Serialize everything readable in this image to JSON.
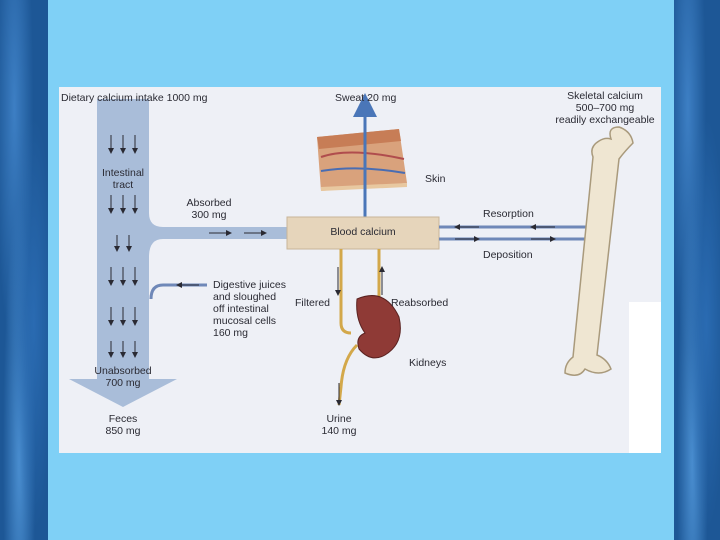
{
  "diagram": {
    "dietary_intake": "Dietary calcium intake 1000 mg",
    "sweat": "Sweat 20 mg",
    "skeletal_line1": "Skeletal calcium",
    "skeletal_line2": "500–700 mg",
    "skeletal_line3": "readily exchangeable",
    "intestinal_line1": "Intestinal",
    "intestinal_line2": "tract",
    "skin": "Skin",
    "absorbed_line1": "Absorbed",
    "absorbed_line2": "300 mg",
    "blood_calcium": "Blood calcium",
    "resorption": "Resorption",
    "deposition": "Deposition",
    "digestive_line1": "Digestive juices",
    "digestive_line2": "and sloughed",
    "digestive_line3": "off intestinal",
    "digestive_line4": "mucosal cells",
    "digestive_line5": "160 mg",
    "filtered": "Filtered",
    "reabsorbed": "Reabsorbed",
    "kidneys": "Kidneys",
    "unabsorbed_line1": "Unabsorbed",
    "unabsorbed_line2": "700 mg",
    "feces_line1": "Feces",
    "feces_line2": "850 mg",
    "urine_line1": "Urine",
    "urine_line2": "140 mg"
  },
  "colors": {
    "intestinal_tract": "#a9bdd9",
    "blood_box": "#e6d5bb",
    "bone": "#efe6d2",
    "kidney": "#8f3a36",
    "sweat_arrow": "#4a76b8",
    "panel": "#7fd0f6"
  }
}
